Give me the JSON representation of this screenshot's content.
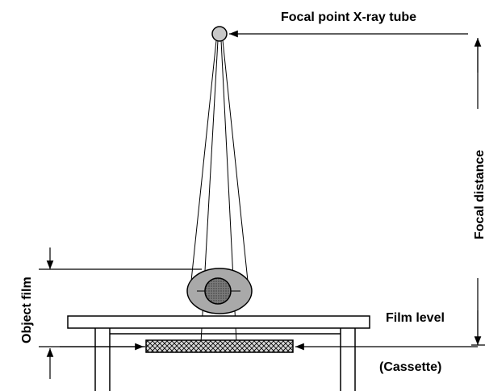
{
  "labels": {
    "focal_point": "Focal point X-ray tube",
    "focal_distance": "Focal distance",
    "object_film": "Object film",
    "film_level": "Film level",
    "cassette": "(Cassette)"
  },
  "colors": {
    "stroke": "#000000",
    "focal_point_fill": "#c8c8c8",
    "object_outer_fill": "#a9a9a9",
    "object_inner_fill": "#7a7a7a",
    "cassette_fill": "#d8d8d8"
  }
}
